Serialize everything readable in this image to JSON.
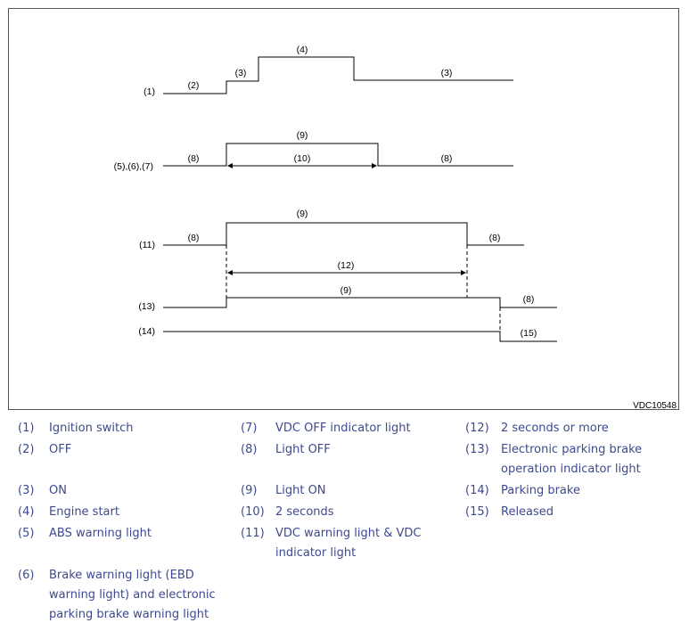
{
  "diagram": {
    "code": "VDC10548",
    "rows": {
      "r1": "(1)",
      "r567": "(5),(6),(7)",
      "r11": "(11)",
      "r13": "(13)",
      "r14": "(14)"
    },
    "labels": {
      "off": "(2)",
      "on_left": "(3)",
      "engine_start": "(4)",
      "on_right": "(3)",
      "light_off_a1": "(8)",
      "light_on_a": "(9)",
      "two_seconds": "(10)",
      "light_off_a2": "(8)",
      "light_off_b1": "(8)",
      "light_on_b": "(9)",
      "light_off_b2": "(8)",
      "two_seconds_or_more": "(12)",
      "light_on_c": "(9)",
      "light_off_c": "(8)",
      "released": "(15)"
    },
    "color": "#000000"
  },
  "legend": [
    {
      "num": "(1)",
      "text": "Ignition switch"
    },
    {
      "num": "(2)",
      "text": "OFF"
    },
    {
      "num": "(3)",
      "text": "ON"
    },
    {
      "num": "(4)",
      "text": "Engine start"
    },
    {
      "num": "(5)",
      "text": "ABS warning light"
    },
    {
      "num": "(6)",
      "text": "Brake warning light (EBD warning light) and electronic parking brake warning light"
    },
    {
      "num": "(7)",
      "text": "VDC OFF indicator light"
    },
    {
      "num": "(8)",
      "text": "Light OFF"
    },
    {
      "num": "(9)",
      "text": "Light ON"
    },
    {
      "num": "(10)",
      "text": "2 seconds"
    },
    {
      "num": "(11)",
      "text": "VDC warning light & VDC indicator light"
    },
    {
      "num": "(12)",
      "text": "2 seconds or more"
    },
    {
      "num": "(13)",
      "text": "Electronic parking brake operation indicator light"
    },
    {
      "num": "(14)",
      "text": "Parking brake"
    },
    {
      "num": "(15)",
      "text": "Released"
    }
  ],
  "legend_color": "#3d4a8f"
}
